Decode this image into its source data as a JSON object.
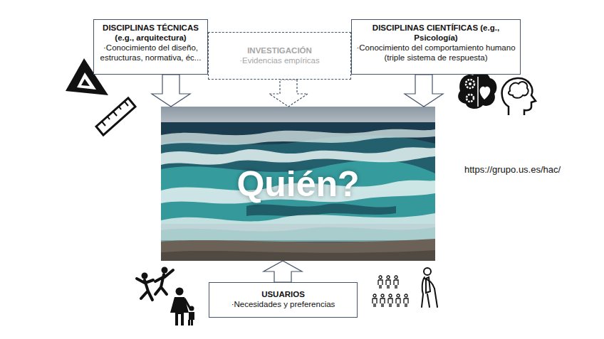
{
  "diagram": {
    "nodes": [
      {
        "text": [
          "DISCIPLINAS TÉCNICAS (e.g., arquitectura)",
          "·Conocimiento del diseño, estructuras, normativa, éc..."
        ]
      },
      {
        "text": [
          "INVESTIGACIÓN",
          "·Evidencias empíricas"
        ]
      },
      {
        "text": [
          "DISCIPLINAS CIENTÍFICAS (e.g., Psicología)",
          "·Conocimiento del comportamiento humano (triple sistema de respuesta)"
        ]
      },
      {
        "text": [
          "Quién?"
        ]
      },
      {
        "text": [
          "USUARIOS",
          "·Necesidades y preferencias"
        ]
      }
    ],
    "edges": [
      {
        "from": 0,
        "to": 3,
        "arrow": "to"
      },
      {
        "from": 1,
        "to": 3,
        "arrow": "to"
      },
      {
        "from": 2,
        "to": 3,
        "arrow": "to"
      },
      {
        "from": 4,
        "to": 3,
        "arrow": "to"
      }
    ],
    "labels": [
      "https://grupo.us.es/hac/"
    ]
  }
}
